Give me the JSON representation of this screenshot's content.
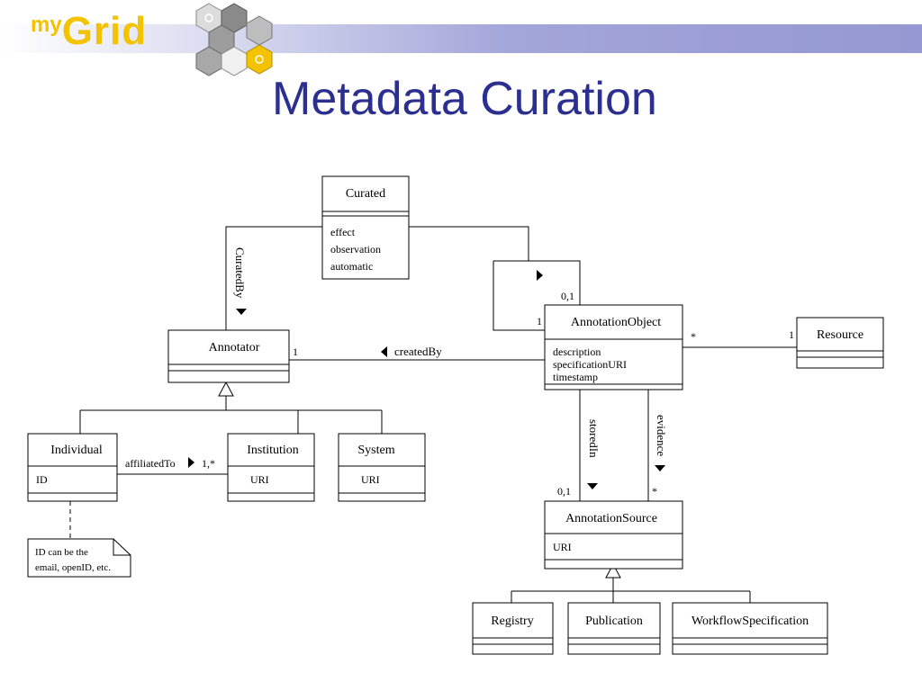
{
  "logo": {
    "prefix": "my",
    "name": "Grid"
  },
  "title": "Metadata Curation",
  "classes": {
    "curated": {
      "name": "Curated",
      "attributes": [
        "effect",
        "observation",
        "automatic"
      ]
    },
    "annotator": {
      "name": "Annotator",
      "attributes": []
    },
    "annotation_object": {
      "name": "AnnotationObject",
      "attributes": [
        "description",
        "specificationURI",
        "timestamp"
      ]
    },
    "resource": {
      "name": "Resource",
      "attributes": []
    },
    "individual": {
      "name": "Individual",
      "attributes": [
        "ID"
      ]
    },
    "institution": {
      "name": "Institution",
      "attributes": [
        "URI"
      ]
    },
    "system": {
      "name": "System",
      "attributes": [
        "URI"
      ]
    },
    "annotation_source": {
      "name": "AnnotationSource",
      "attributes": [
        "URI"
      ]
    },
    "registry": {
      "name": "Registry",
      "attributes": []
    },
    "publication": {
      "name": "Publication",
      "attributes": []
    },
    "workflow_specification": {
      "name": "WorkflowSpecification",
      "attributes": []
    }
  },
  "associations": {
    "curated_by": "CuratedBy",
    "created_by": "createdBy",
    "affiliated_to": "affiliatedTo",
    "stored_in": "storedIn",
    "evidence": "evidence"
  },
  "multiplicities": {
    "annotator_created_by": "1",
    "self_loop_top": "0,1",
    "self_loop_bottom": "1",
    "object_resource": "*",
    "resource": "1",
    "affiliated_to": "1,*",
    "stored_in": "0,1",
    "evidence": "*"
  },
  "note": [
    "ID can be the",
    "email, openID, etc."
  ]
}
